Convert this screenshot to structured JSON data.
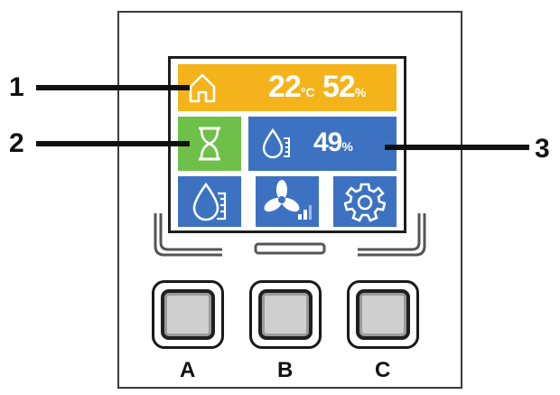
{
  "display": {
    "temperature": "22",
    "temperature_unit": "°C",
    "room_humidity": "52",
    "room_humidity_unit": "%",
    "target_humidity": "49",
    "target_humidity_unit": "%"
  },
  "callouts": [
    "1",
    "2",
    "3"
  ],
  "buttons": [
    {
      "letter": "A"
    },
    {
      "letter": "B"
    },
    {
      "letter": "C"
    }
  ],
  "icons": {
    "top": "home-icon",
    "timer": "hourglass-icon",
    "humidity": "water-drop-icon",
    "button1": "water-drop-level-icon",
    "button2": "fan-speed-icon",
    "button3": "gear-icon"
  },
  "colors": {
    "status_bar": "#f4b31a",
    "timer": "#6fc04a",
    "tiles": "#3d72c2"
  }
}
